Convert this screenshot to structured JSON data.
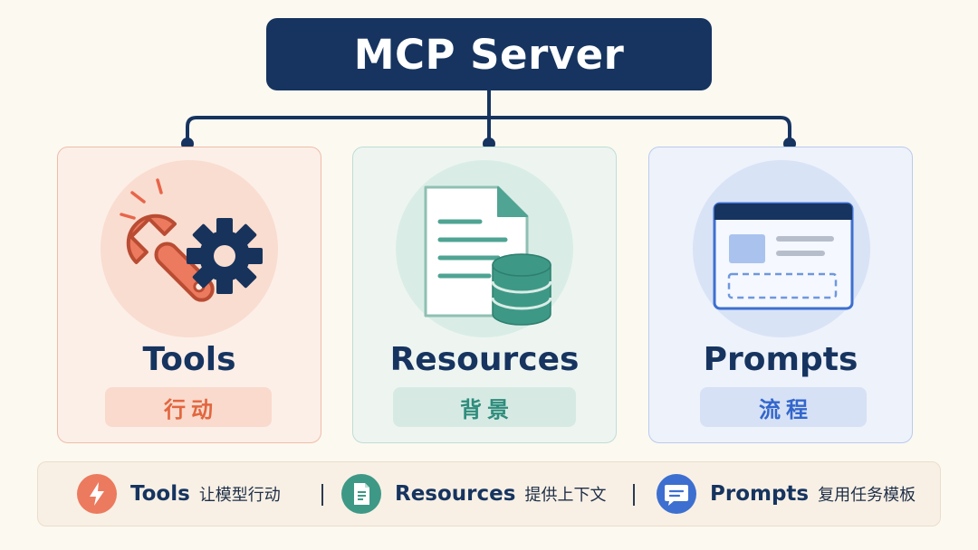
{
  "server": {
    "title": "MCP Server"
  },
  "cards": {
    "tools": {
      "title": "Tools",
      "tag": "行动"
    },
    "resources": {
      "title": "Resources",
      "tag": "背景"
    },
    "prompts": {
      "title": "Prompts",
      "tag": "流程"
    }
  },
  "legend": {
    "tools": {
      "name": "Tools",
      "desc": "让模型行动"
    },
    "resources": {
      "name": "Resources",
      "desc": "提供上下文"
    },
    "prompts": {
      "name": "Prompts",
      "desc": "复用任务模板"
    }
  },
  "colors": {
    "navy": "#16345F",
    "tools_accent": "#E8775B",
    "resources_accent": "#3E9886",
    "prompts_accent": "#3D6FD0",
    "background": "#FCF9F1"
  },
  "icons": {
    "tools": [
      "wrench-icon",
      "gear-icon",
      "lightning-icon"
    ],
    "resources": [
      "document-icon",
      "database-icon"
    ],
    "prompts": [
      "window-template-icon",
      "chat-bubble-icon"
    ]
  }
}
